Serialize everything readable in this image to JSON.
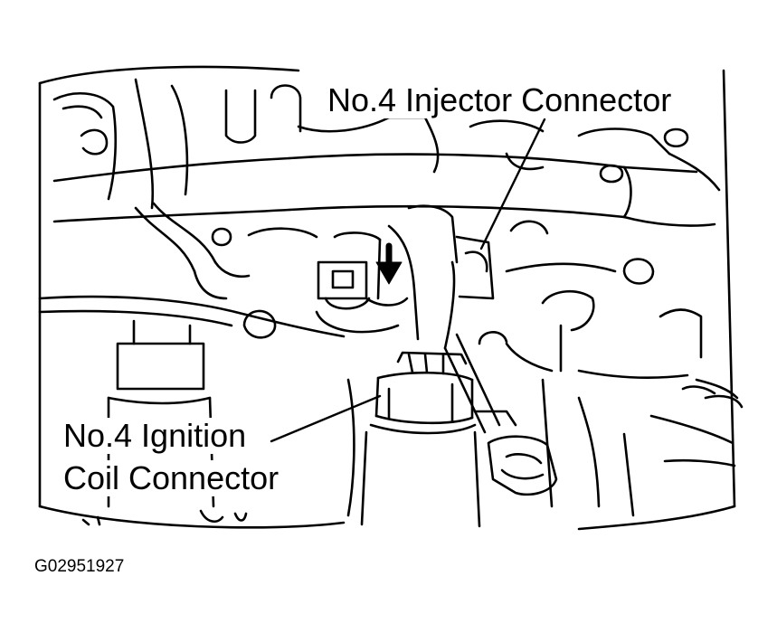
{
  "labels": {
    "injector_connector": "No.4 Injector Connector",
    "ignition_coil_line1": "No.4 Ignition",
    "ignition_coil_line2": "Coil Connector"
  },
  "figure_code": "G02951927",
  "colors": {
    "line": "#000000",
    "background": "#ffffff"
  }
}
